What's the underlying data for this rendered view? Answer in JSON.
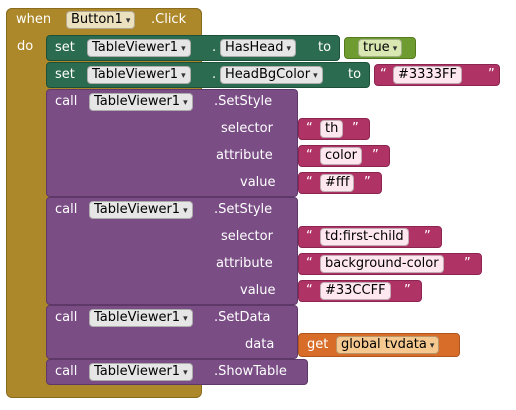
{
  "event": {
    "when_label": "when",
    "component": "Button1",
    "event_name": ".Click",
    "do_label": "do"
  },
  "set_blocks": [
    {
      "set_label": "set",
      "component": "TableViewer1",
      "dot": ".",
      "property": "HasHead",
      "to_label": "to",
      "value": "true"
    },
    {
      "set_label": "set",
      "component": "TableViewer1",
      "dot": ".",
      "property": "HeadBgColor",
      "to_label": "to",
      "value": "#3333FF"
    }
  ],
  "call_blocks": [
    {
      "call_label": "call",
      "component": "TableViewer1",
      "method": ".SetStyle",
      "params": [
        {
          "name": "selector",
          "value": "th"
        },
        {
          "name": "attribute",
          "value": "color"
        },
        {
          "name": "value",
          "value": "#fff"
        }
      ]
    },
    {
      "call_label": "call",
      "component": "TableViewer1",
      "method": ".SetStyle",
      "params": [
        {
          "name": "selector",
          "value": "td:first-child"
        },
        {
          "name": "attribute",
          "value": "background-color"
        },
        {
          "name": "value",
          "value": "#33CCFF"
        }
      ]
    },
    {
      "call_label": "call",
      "component": "TableViewer1",
      "method": ".SetData",
      "params": [
        {
          "name": "data",
          "get_label": "get",
          "variable": "global tvdata"
        }
      ]
    },
    {
      "call_label": "call",
      "component": "TableViewer1",
      "method": ".ShowTable",
      "params": []
    }
  ],
  "quote_open": "“",
  "quote_close": "”",
  "dropdown_arrow": "▾",
  "colors": {
    "event": "#ac882b",
    "setter": "#2b6b4f",
    "method": "#7a4d85",
    "text": "#b03366",
    "logic": "#6f9c31",
    "variable": "#d86d29"
  }
}
